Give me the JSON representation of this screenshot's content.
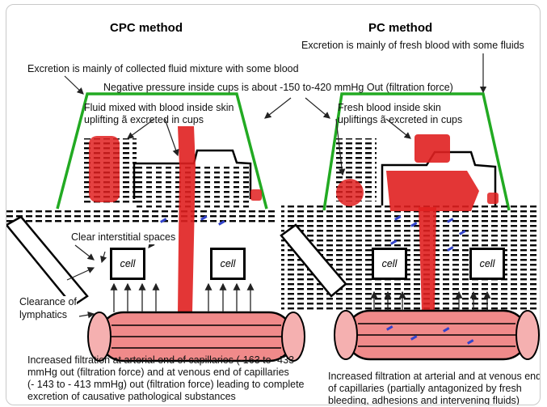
{
  "cpc": {
    "title": "CPC method",
    "excretion": "Excretion is mainly of collected fluid mixture with some blood",
    "fluid_line1": "Fluid mixed with blood inside skin",
    "fluid_line2": "uplifting ã excreted in cups",
    "interstitial": "Clear interstitial spaces",
    "cell_left": "cell",
    "cell_right": "cell",
    "lymph_line1": "Clearance of",
    "lymph_line2": "lymphatics",
    "bottom_line1": "Increased filtration at arterial end of capillaries (-163 to -433",
    "bottom_line2": "mmHg out (filtration force) and  at venous end of capillaries",
    "bottom_line3": "(- 143 to - 413 mmHg) out (filtration force) leading to complete",
    "bottom_line4": "excretion of causative pathological substances"
  },
  "pc": {
    "title": "PC method",
    "excretion": "Excretion is mainly of fresh blood with some fluids",
    "blood_line1": "Fresh blood inside skin",
    "blood_line2": "upliftings ã excreted in cups",
    "cell_left": "cell",
    "cell_right": "cell",
    "bottom_line1": "Increased filtration at arterial and  at venous end",
    "bottom_line2": "of capillaries (partially antagonized by fresh",
    "bottom_line3": "bleeding, adhesions and intervening fluids)"
  },
  "shared": {
    "negative_pressure": "Negative pressure inside cups is about -150 to-420 mmHg Out (filtration force)"
  },
  "colors": {
    "cup": "#22aa22",
    "blood": "#e02020",
    "vessel": "#f08a8a",
    "leak": "#3344cc"
  }
}
